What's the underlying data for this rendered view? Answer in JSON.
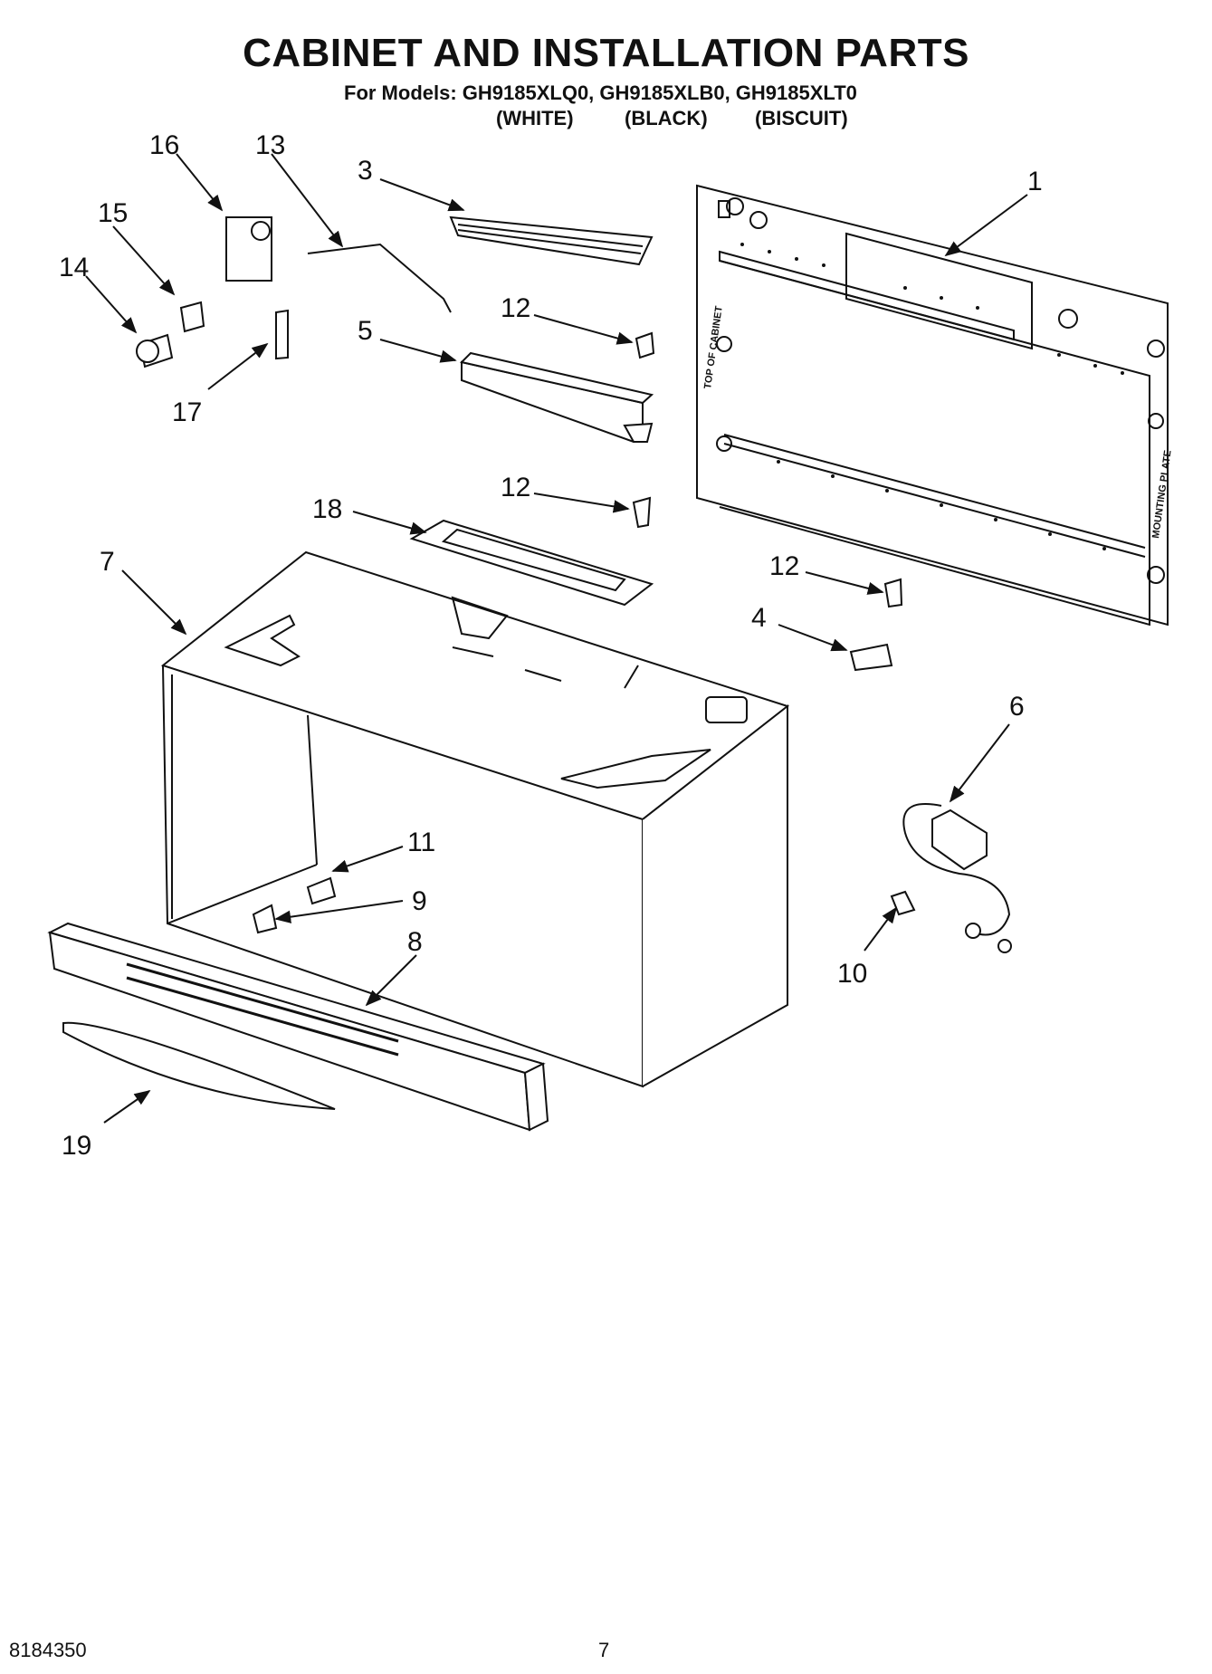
{
  "header": {
    "title": "CABINET AND INSTALLATION PARTS",
    "models_line": "For Models: GH9185XLQ0, GH9185XLB0, GH9185XLT0",
    "variants": [
      "(WHITE)",
      "(BLACK)",
      "(BISCUIT)"
    ]
  },
  "callouts": [
    "1",
    "3",
    "4",
    "5",
    "6",
    "7",
    "8",
    "9",
    "10",
    "11",
    "12",
    "12",
    "12",
    "13",
    "14",
    "15",
    "16",
    "17",
    "18",
    "19"
  ],
  "panel_text": {
    "upper_vertical": "TOP OF CABINET",
    "lower_vertical": "MOUNTING PLATE"
  },
  "footer": {
    "doc_number": "8184350",
    "page_number": "7"
  }
}
